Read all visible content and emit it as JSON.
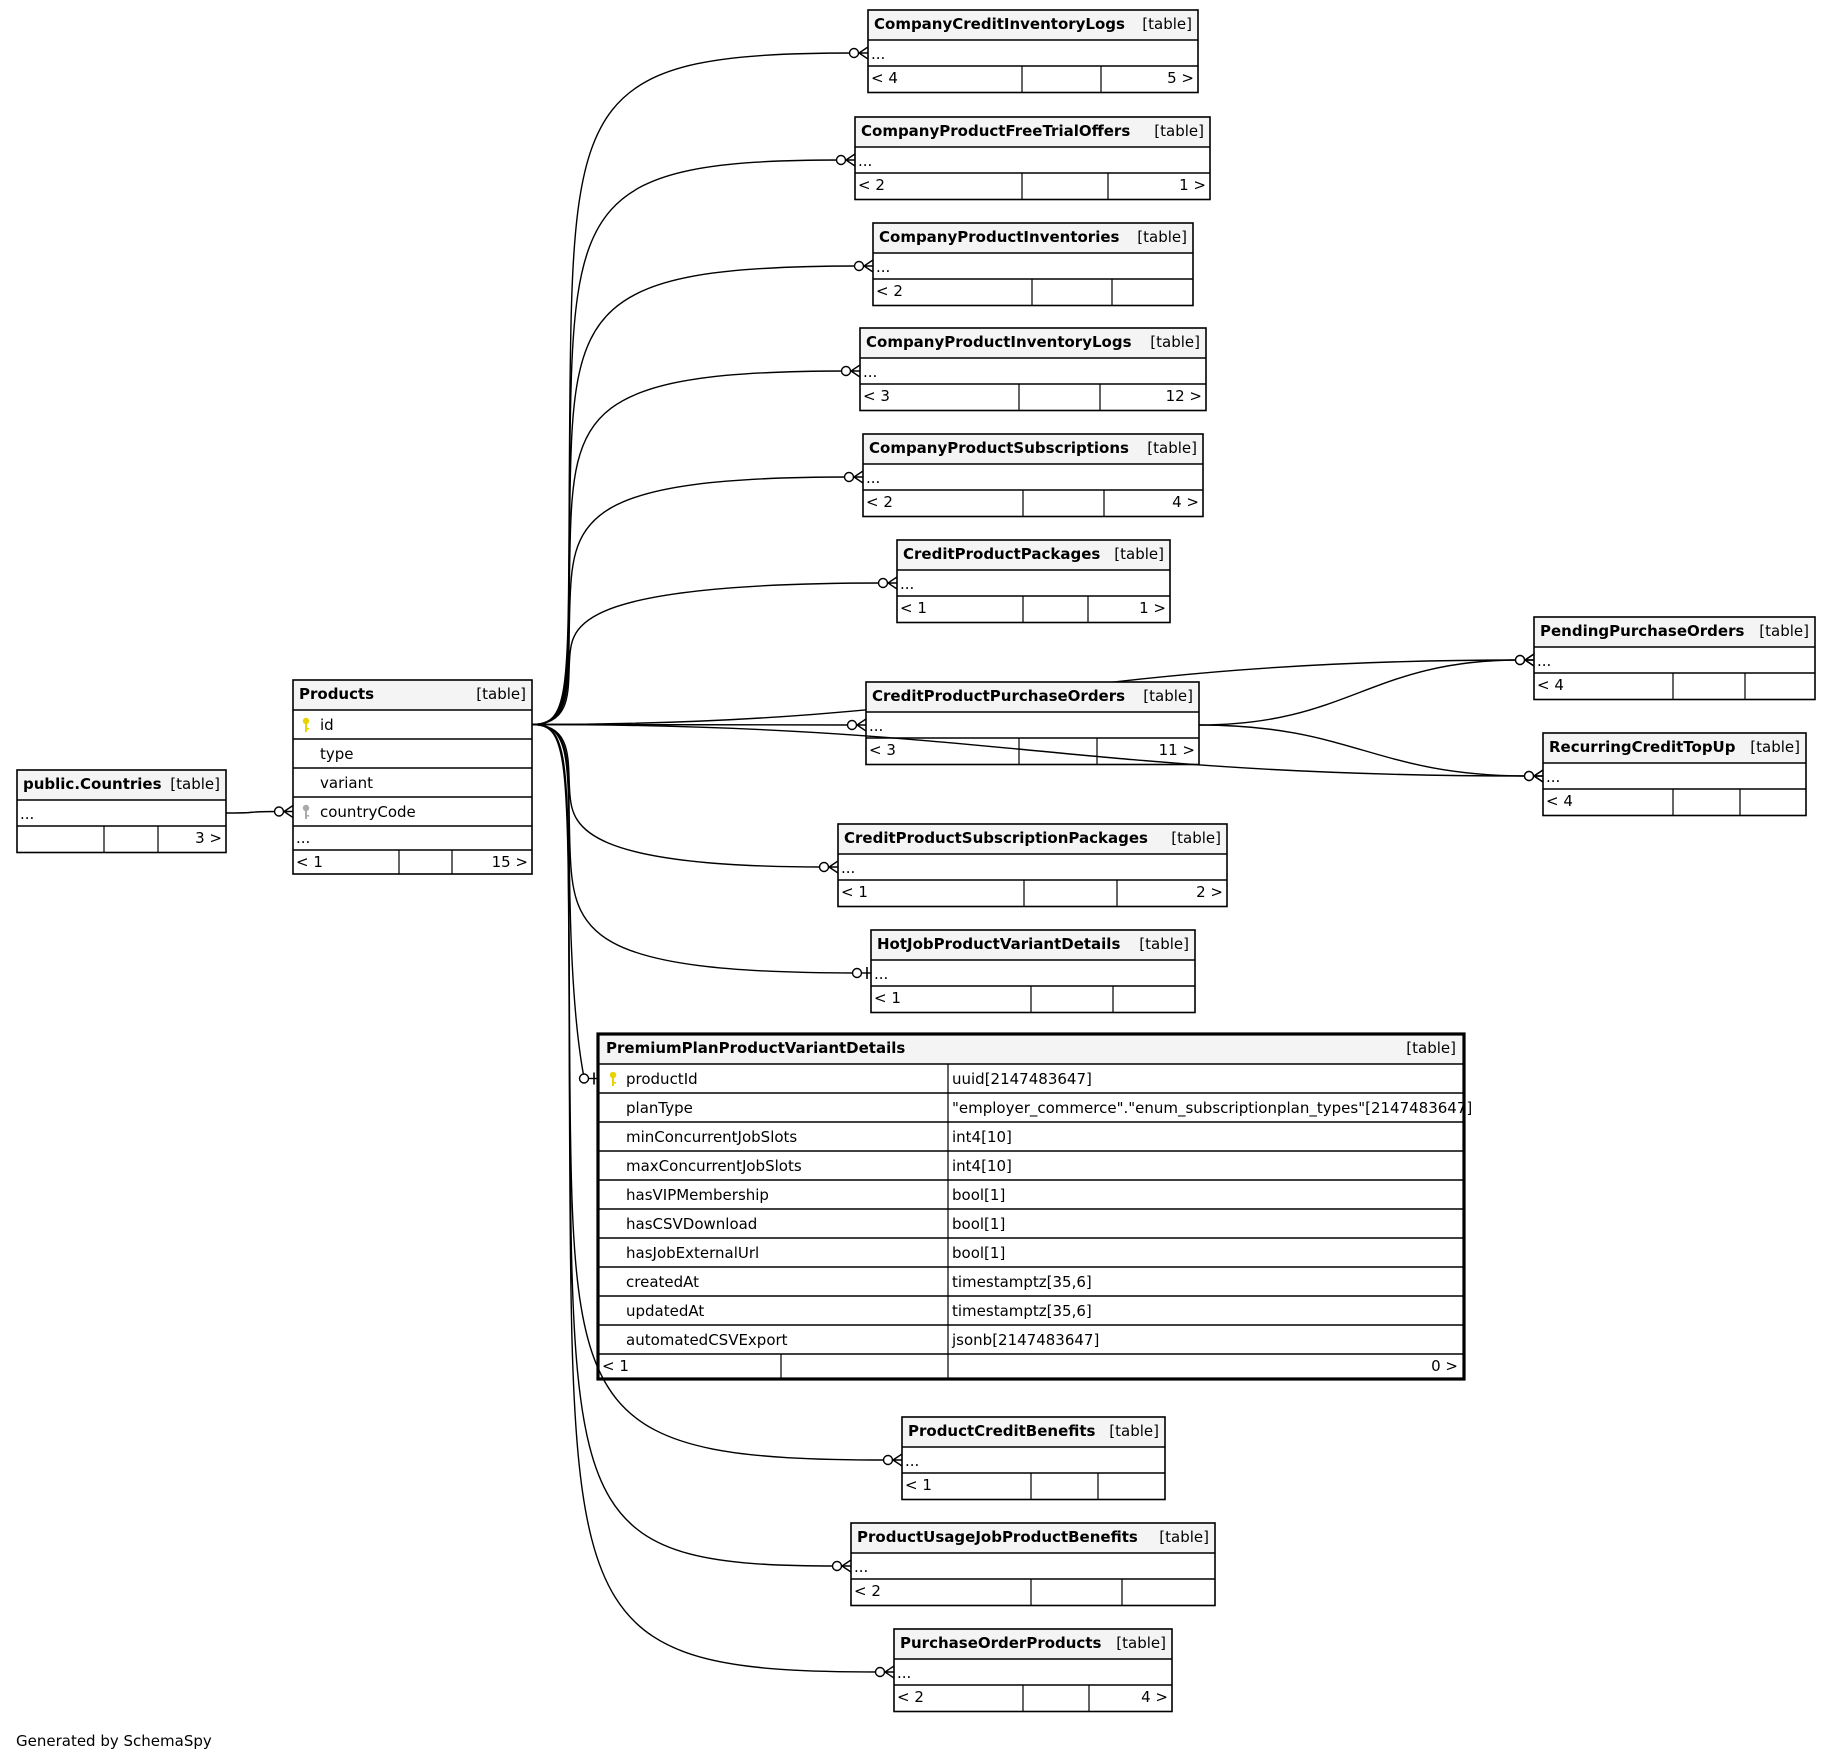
{
  "tables": {
    "countries": {
      "name": "public.Countries",
      "tag": "[table]",
      "row": "...",
      "footer": [
        "",
        "",
        "3 >"
      ]
    },
    "products": {
      "name": "Products",
      "tag": "[table]",
      "columns": [
        {
          "name": "id",
          "key": "primary"
        },
        {
          "name": "type",
          "key": ""
        },
        {
          "name": "variant",
          "key": ""
        },
        {
          "name": "countryCode",
          "key": "foreign"
        }
      ],
      "row": "...",
      "footer": [
        "< 1",
        "",
        "15 >"
      ]
    },
    "ccil": {
      "name": "CompanyCreditInventoryLogs",
      "tag": "[table]",
      "row": "...",
      "footer": [
        "< 4",
        "",
        "5 >"
      ]
    },
    "cpfto": {
      "name": "CompanyProductFreeTrialOffers",
      "tag": "[table]",
      "row": "...",
      "footer": [
        "< 2",
        "",
        "1 >"
      ]
    },
    "cpi": {
      "name": "CompanyProductInventories",
      "tag": "[table]",
      "row": "...",
      "footer": [
        "< 2",
        "",
        ""
      ]
    },
    "cpil": {
      "name": "CompanyProductInventoryLogs",
      "tag": "[table]",
      "row": "...",
      "footer": [
        "< 3",
        "",
        "12 >"
      ]
    },
    "cps": {
      "name": "CompanyProductSubscriptions",
      "tag": "[table]",
      "row": "...",
      "footer": [
        "< 2",
        "",
        "4 >"
      ]
    },
    "cpp": {
      "name": "CreditProductPackages",
      "tag": "[table]",
      "row": "...",
      "footer": [
        "< 1",
        "",
        "1 >"
      ]
    },
    "ppo": {
      "name": "PendingPurchaseOrders",
      "tag": "[table]",
      "row": "...",
      "footer": [
        "< 4",
        "",
        ""
      ]
    },
    "cppo": {
      "name": "CreditProductPurchaseOrders",
      "tag": "[table]",
      "row": "...",
      "footer": [
        "< 3",
        "",
        "11 >"
      ]
    },
    "rct": {
      "name": "RecurringCreditTopUp",
      "tag": "[table]",
      "row": "...",
      "footer": [
        "< 4",
        "",
        ""
      ]
    },
    "cpsp": {
      "name": "CreditProductSubscriptionPackages",
      "tag": "[table]",
      "row": "...",
      "footer": [
        "< 1",
        "",
        "2 >"
      ]
    },
    "hjpvd": {
      "name": "HotJobProductVariantDetails",
      "tag": "[table]",
      "row": "...",
      "footer": [
        "< 1",
        "",
        ""
      ]
    },
    "ppvd": {
      "name": "PremiumPlanProductVariantDetails",
      "tag": "[table]",
      "columns": [
        {
          "name": "productId",
          "type": "uuid[2147483647]",
          "key": "primary"
        },
        {
          "name": "planType",
          "type": "\"employer_commerce\".\"enum_subscriptionplan_types\"[2147483647]",
          "key": ""
        },
        {
          "name": "minConcurrentJobSlots",
          "type": "int4[10]",
          "key": ""
        },
        {
          "name": "maxConcurrentJobSlots",
          "type": "int4[10]",
          "key": ""
        },
        {
          "name": "hasVIPMembership",
          "type": "bool[1]",
          "key": ""
        },
        {
          "name": "hasCSVDownload",
          "type": "bool[1]",
          "key": ""
        },
        {
          "name": "hasJobExternalUrl",
          "type": "bool[1]",
          "key": ""
        },
        {
          "name": "createdAt",
          "type": "timestamptz[35,6]",
          "key": ""
        },
        {
          "name": "updatedAt",
          "type": "timestamptz[35,6]",
          "key": ""
        },
        {
          "name": "automatedCSVExport",
          "type": "jsonb[2147483647]",
          "key": ""
        }
      ],
      "footer": [
        "< 1",
        "",
        "0 >"
      ]
    },
    "pcb": {
      "name": "ProductCreditBenefits",
      "tag": "[table]",
      "row": "...",
      "footer": [
        "< 1",
        "",
        ""
      ]
    },
    "pujpb": {
      "name": "ProductUsageJobProductBenefits",
      "tag": "[table]",
      "row": "...",
      "footer": [
        "< 2",
        "",
        ""
      ]
    },
    "pop": {
      "name": "PurchaseOrderProducts",
      "tag": "[table]",
      "row": "...",
      "footer": [
        "< 2",
        "",
        "4 >"
      ]
    }
  },
  "relationships": [
    {
      "from": "countries",
      "to": "products",
      "end": "zero-or-many"
    },
    {
      "from": "products",
      "to": "ccil",
      "end": "zero-or-many"
    },
    {
      "from": "products",
      "to": "cpfto",
      "end": "zero-or-many"
    },
    {
      "from": "products",
      "to": "cpi",
      "end": "zero-or-many"
    },
    {
      "from": "products",
      "to": "cpil",
      "end": "zero-or-many"
    },
    {
      "from": "products",
      "to": "cps",
      "end": "zero-or-many"
    },
    {
      "from": "products",
      "to": "cpp",
      "end": "zero-or-many"
    },
    {
      "from": "products",
      "to": "ppo",
      "end": "zero-or-many"
    },
    {
      "from": "products",
      "to": "cppo",
      "end": "zero-or-many"
    },
    {
      "from": "products",
      "to": "rct",
      "end": "zero-or-many"
    },
    {
      "from": "products",
      "to": "cpsp",
      "end": "zero-or-many"
    },
    {
      "from": "products",
      "to": "hjpvd",
      "end": "zero-or-one"
    },
    {
      "from": "products",
      "to": "ppvd",
      "end": "zero-or-one"
    },
    {
      "from": "products",
      "to": "pcb",
      "end": "zero-or-many"
    },
    {
      "from": "products",
      "to": "pujpb",
      "end": "zero-or-many"
    },
    {
      "from": "products",
      "to": "pop",
      "end": "zero-or-many"
    },
    {
      "from": "cppo",
      "to": "ppo",
      "end": "zero-or-many"
    },
    {
      "from": "cppo",
      "to": "rct",
      "end": "zero-or-many"
    }
  ],
  "colors": {
    "header_bg": "#f4f4f4",
    "border": "#000000",
    "primary_key": "#e8d200",
    "foreign_key": "#aaaaaa"
  },
  "footer_text": "Generated by SchemaSpy"
}
